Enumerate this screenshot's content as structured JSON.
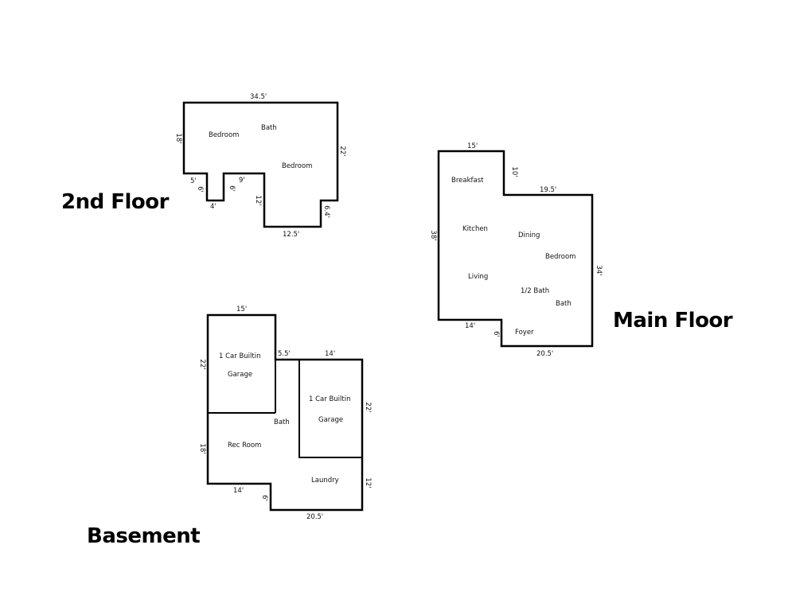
{
  "floors": {
    "second": {
      "title": "2nd Floor",
      "rooms": {
        "bedroom_a": "Bedroom",
        "bath": "Bath",
        "bedroom_b": "Bedroom"
      },
      "dims": {
        "top": "34.5'",
        "left": "18'",
        "right": "22'",
        "notch_left": "5'",
        "notch_inner": "6'",
        "notch_bottom": "4'",
        "step": "9'",
        "inner_drop": "12'",
        "bottom": "12.5'",
        "right_step": "6.4'"
      }
    },
    "main": {
      "title": "Main Floor",
      "rooms": {
        "breakfast": "Breakfast",
        "kitchen": "Kitchen",
        "dining": "Dining",
        "bedroom": "Bedroom",
        "living": "Living",
        "half_bath": "1/2 Bath",
        "bath": "Bath",
        "foyer": "Foyer"
      },
      "dims": {
        "top": "15'",
        "inner_drop": "10'",
        "upper_right": "19.5'",
        "left": "38'",
        "right": "34'",
        "bottom_left": "14'",
        "step": "6'",
        "bottom": "20.5'"
      }
    },
    "basement": {
      "title": "Basement",
      "rooms": {
        "garage_a_line1": "1 Car Builtin",
        "garage_a_line2": "Garage",
        "garage_b_line1": "1 Car Builtin",
        "garage_b_line2": "Garage",
        "bath": "Bath",
        "rec_room": "Rec Room",
        "laundry": "Laundry"
      },
      "dims": {
        "garage_a_top": "15'",
        "garage_a_left": "22'",
        "gap": "5.5'",
        "garage_b_top": "14'",
        "garage_b_right": "22'",
        "left": "18'",
        "bottom_left": "14'",
        "step": "6'",
        "right": "12'",
        "bottom": "20.5'"
      }
    }
  }
}
